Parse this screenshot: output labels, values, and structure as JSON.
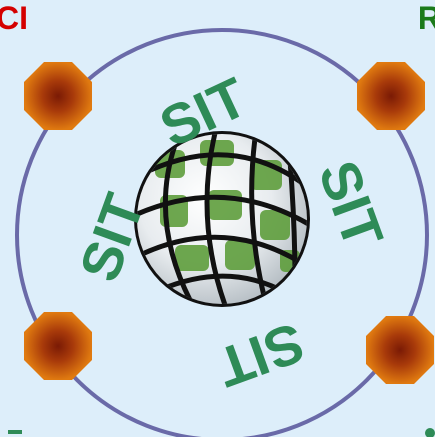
{
  "labels": {
    "top_left": "CI",
    "top_right": "R"
  },
  "logo": {
    "text": "SIT",
    "text_color": "#2e8b57"
  },
  "colors": {
    "background": "#ddeefa",
    "ring": "#6a6aa8",
    "node_outer": "#e07a10",
    "node_inner": "#7a1a05",
    "globe_land": "#5f9e3c",
    "globe_grid": "#111111"
  },
  "icons": {
    "nodes": "octagon-node-icon",
    "center": "globe-icon"
  }
}
